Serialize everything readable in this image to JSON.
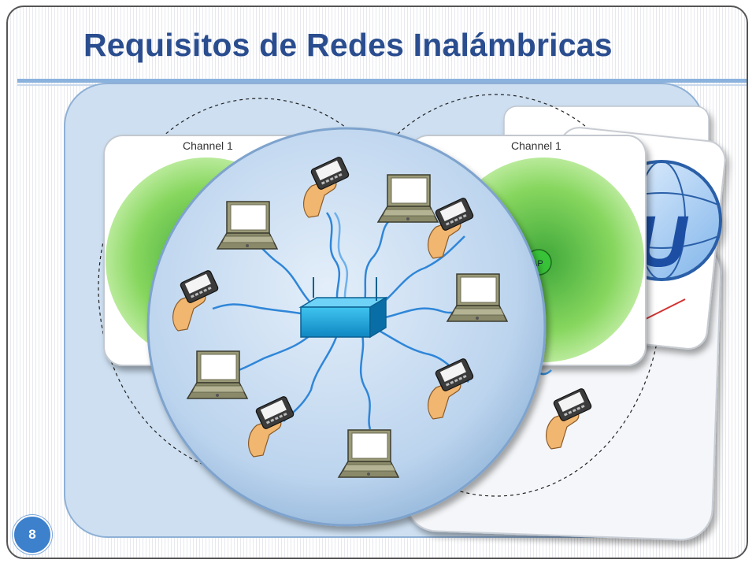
{
  "slide": {
    "title": "Requisitos de Redes Inalámbricas",
    "page_number": "8"
  },
  "diagram": {
    "left_panel_label": "Channel 1",
    "right_panel_label": "Channel 1",
    "ap_label": "AP",
    "logo_letter": "U"
  },
  "colors": {
    "title": "#2a4d8f",
    "accent": "#3d80cc",
    "panel": "#cddff1",
    "coverage_green": "#7dd35a",
    "access_point": "#1aa3d6"
  }
}
